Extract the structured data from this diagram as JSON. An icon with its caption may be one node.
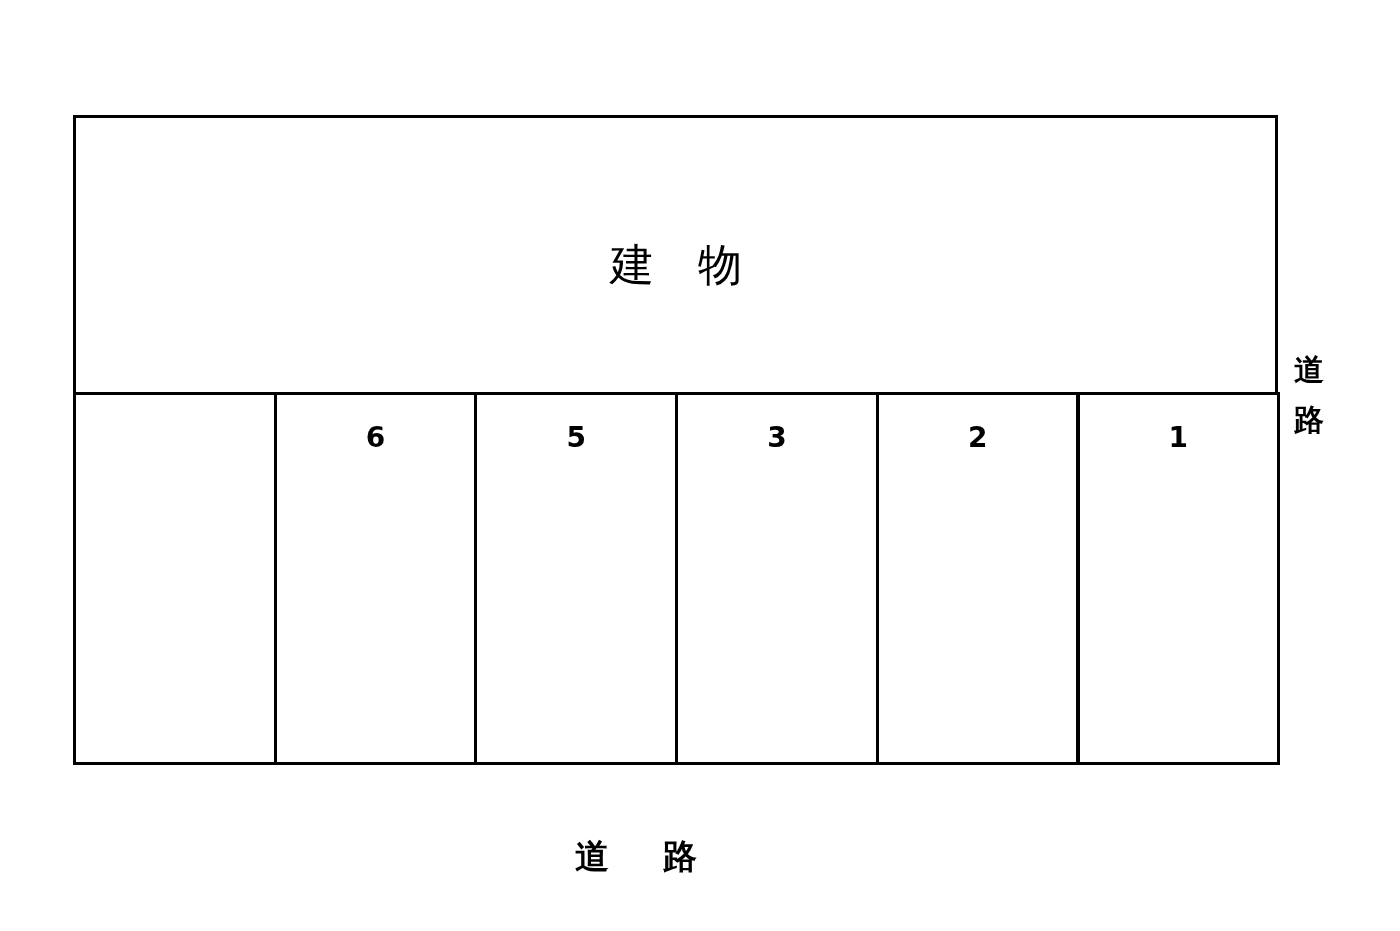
{
  "diagram": {
    "nodes": [
      {
        "text": [
          "建　物"
        ]
      },
      {
        "text": [],
        "shape": "box"
      },
      {
        "text": [
          "6"
        ]
      },
      {
        "text": [
          "5"
        ]
      },
      {
        "text": [
          "3"
        ]
      },
      {
        "text": [
          "2"
        ]
      },
      {
        "text": [
          "1"
        ]
      }
    ],
    "labels": [
      "道路",
      "道　路"
    ]
  }
}
